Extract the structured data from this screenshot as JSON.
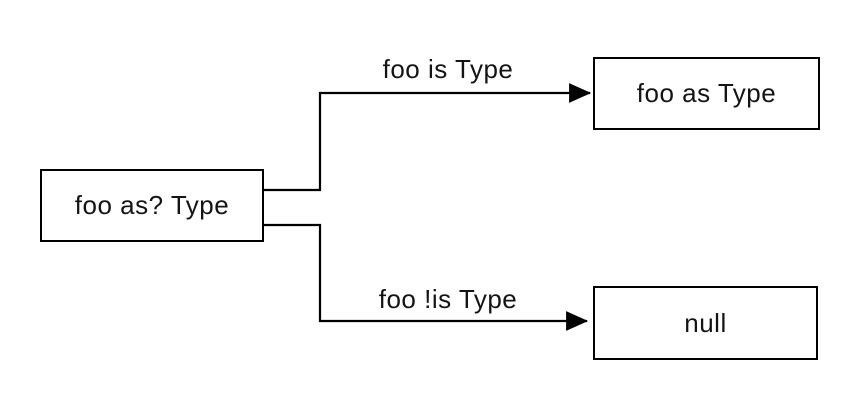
{
  "diagram": {
    "background_color": "#ffffff",
    "line_color": "#000000",
    "nodes": {
      "source": {
        "label": "foo as? Type"
      },
      "success": {
        "label": "foo as Type"
      },
      "null": {
        "label": "null"
      }
    },
    "edges": {
      "success": {
        "label": "foo is Type"
      },
      "failure": {
        "label": "foo !is Type"
      }
    }
  }
}
